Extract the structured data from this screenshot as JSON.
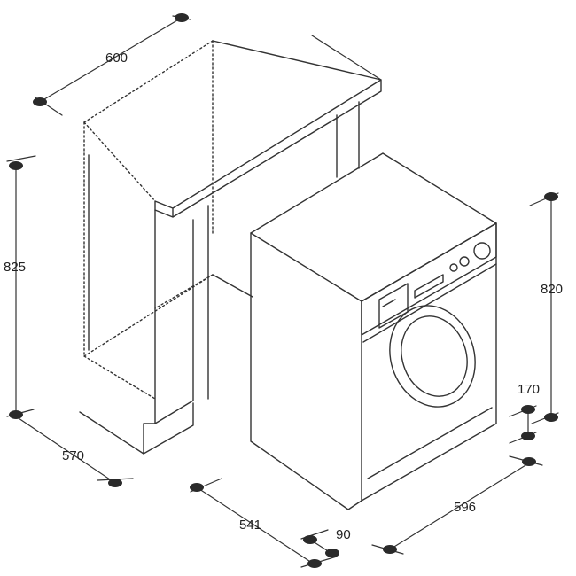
{
  "diagram": {
    "colors": {
      "line": "#333333",
      "dot": "#2a2a2a",
      "background": "#ffffff"
    },
    "dimensions": {
      "cabinet_width": "600",
      "cabinet_height": "825",
      "cabinet_depth": "570",
      "machine_height": "820",
      "machine_depth": "541",
      "machine_width": "596",
      "plinth_height": "170",
      "plinth_recess": "90"
    }
  }
}
